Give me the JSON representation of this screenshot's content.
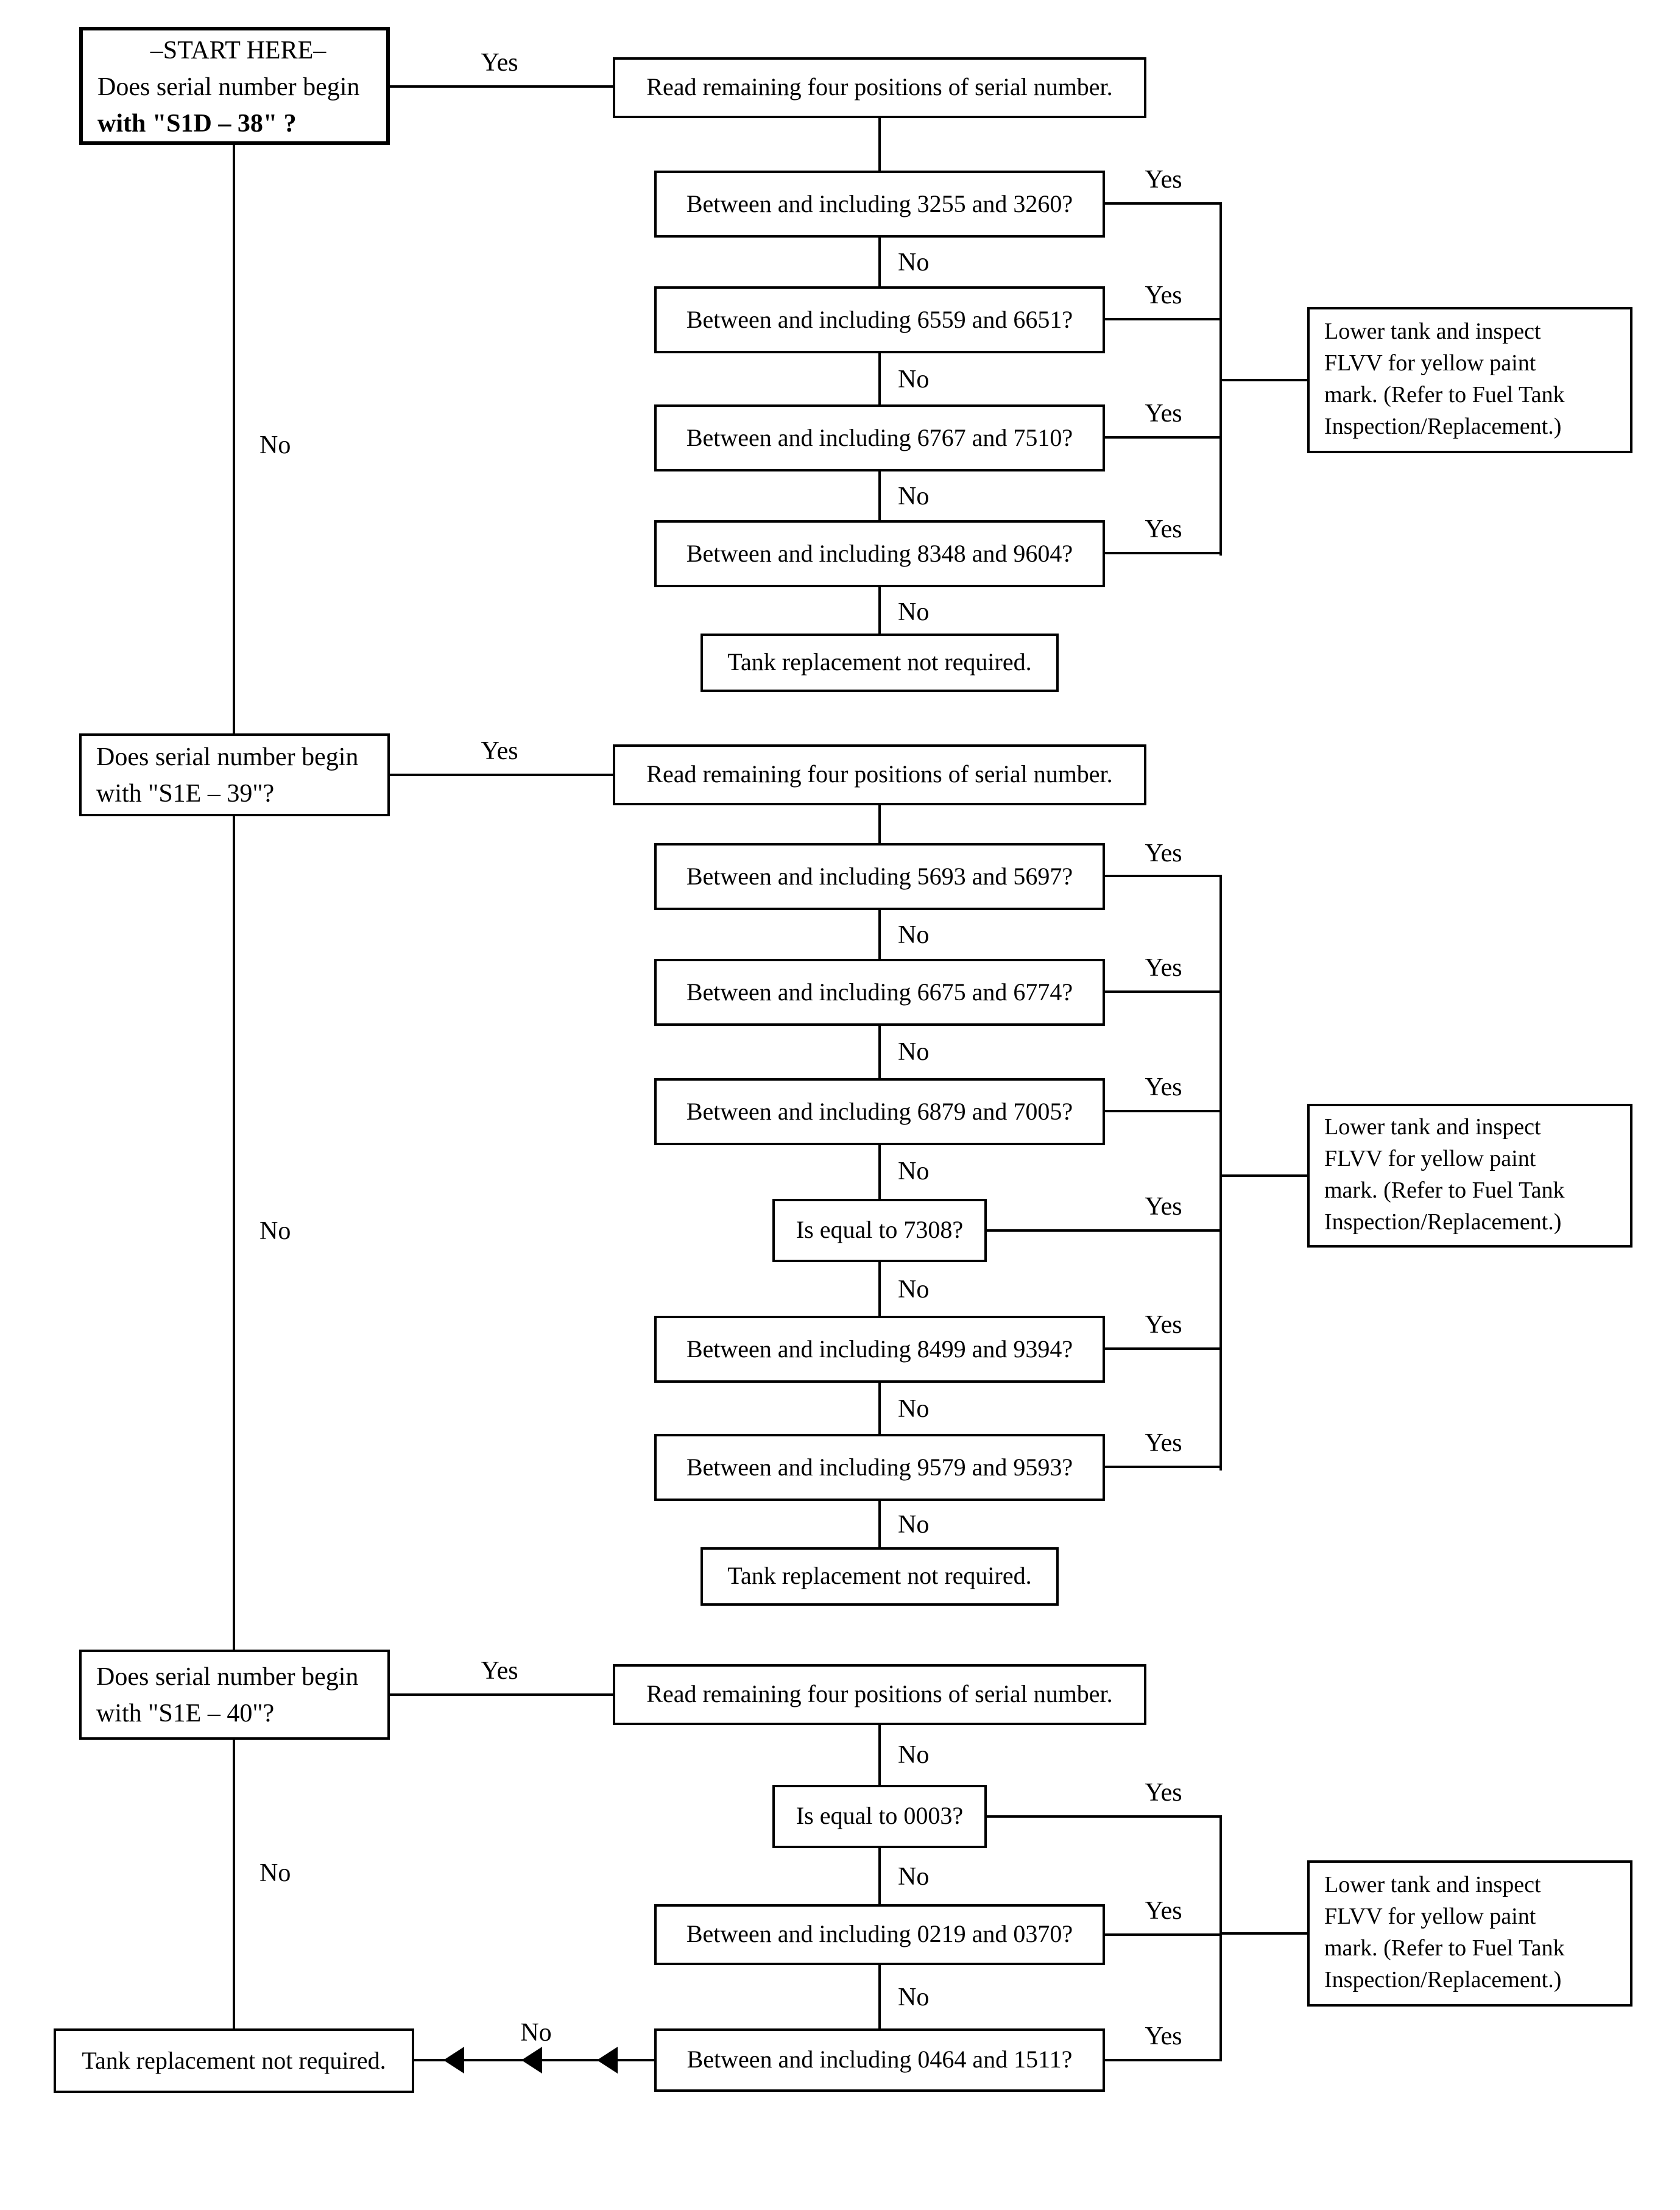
{
  "colors": {
    "background": "#ffffff",
    "foreground": "#000000"
  },
  "labels": {
    "yes": "Yes",
    "no": "No"
  },
  "boxes": {
    "start": {
      "line1": "–START HERE–",
      "line2": "Does serial number begin",
      "line3": "with \"S1D – 38\" ?"
    },
    "q_s1e39": {
      "line1": "Does serial number begin",
      "line2": "with \"S1E – 39\"?"
    },
    "q_s1e40": {
      "line1": "Does serial number begin",
      "line2": "with \"S1E – 40\"?"
    },
    "read": "Read remaining four positions of serial number.",
    "terminal": "Tank replacement not required.",
    "action": {
      "line1": "Lower tank and inspect",
      "line2": "FLVV for yellow paint",
      "line3": "mark.  (Refer to Fuel Tank",
      "line4": "Inspection/Replacement.)"
    }
  },
  "section1": {
    "decisions": [
      "Between and including 3255 and 3260?",
      "Between and including 6559 and 6651?",
      "Between and including 6767 and 7510?",
      "Between and including 8348 and 9604?"
    ]
  },
  "section2": {
    "decisions": [
      "Between and including 5693 and 5697?",
      "Between and including 6675 and 6774?",
      "Between and including 6879 and 7005?",
      "Is equal to 7308?",
      "Between and including 8499 and 9394?",
      "Between and including 9579 and 9593?"
    ]
  },
  "section3": {
    "decisions": [
      "Is equal to 0003?",
      "Between and including 0219 and 0370?",
      "Between and including 0464 and 1511?"
    ]
  }
}
